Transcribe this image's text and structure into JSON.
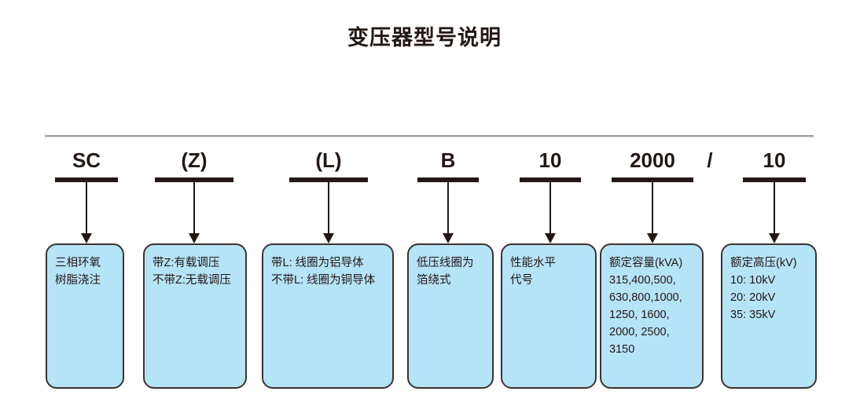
{
  "title": "变压器型号说明",
  "divider": {
    "name": "top-horizontal-rule"
  },
  "separator": "/",
  "colors": {
    "box_fill": "#b5e3f8",
    "box_border": "#3b3330",
    "text": "#231815",
    "rule": "#9e9e9e"
  },
  "segments": [
    {
      "code": "SC",
      "has_underline": true,
      "lines": [
        "三相环氧",
        "树脂浇注"
      ]
    },
    {
      "code": "(Z)",
      "has_underline": true,
      "lines": [
        "带Z:有载调压",
        "不带Z:无载调压"
      ]
    },
    {
      "code": "(L)",
      "has_underline": true,
      "lines": [
        "带L: 线圈为铝导体",
        "不带L: 线圈为铜导体"
      ]
    },
    {
      "code": "B",
      "has_underline": true,
      "lines": [
        "低压线圈为",
        "箔绕式"
      ]
    },
    {
      "code": "10",
      "has_underline": true,
      "lines": [
        "性能水平",
        "代号"
      ]
    },
    {
      "code": "2000",
      "has_underline": true,
      "lines": [
        "额定容量(kVA)",
        "315,400,500,",
        "630,800,1000,",
        "1250, 1600,",
        "2000, 2500,",
        "3150"
      ]
    },
    {
      "code": "10",
      "has_underline": true,
      "lines": [
        "额定高压(kV)",
        "10: 10kV",
        "20: 20kV",
        "35: 35kV"
      ]
    }
  ]
}
